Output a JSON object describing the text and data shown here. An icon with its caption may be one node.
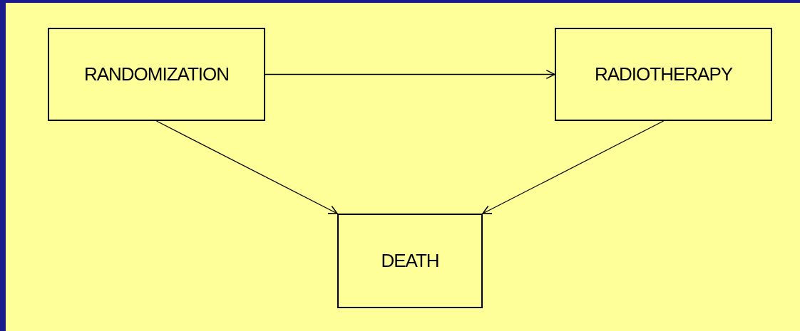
{
  "diagram": {
    "nodes": [
      {
        "text": [
          "RANDOMIZATION"
        ]
      },
      {
        "text": [
          "RADIOTHERAPY"
        ]
      },
      {
        "text": [
          "DEATH"
        ]
      }
    ],
    "edges": [
      {
        "from": 0,
        "to": 1,
        "arrow": "to"
      },
      {
        "from": 0,
        "to": 2,
        "arrow": "to"
      },
      {
        "from": 1,
        "to": 2,
        "arrow": "to"
      }
    ]
  }
}
